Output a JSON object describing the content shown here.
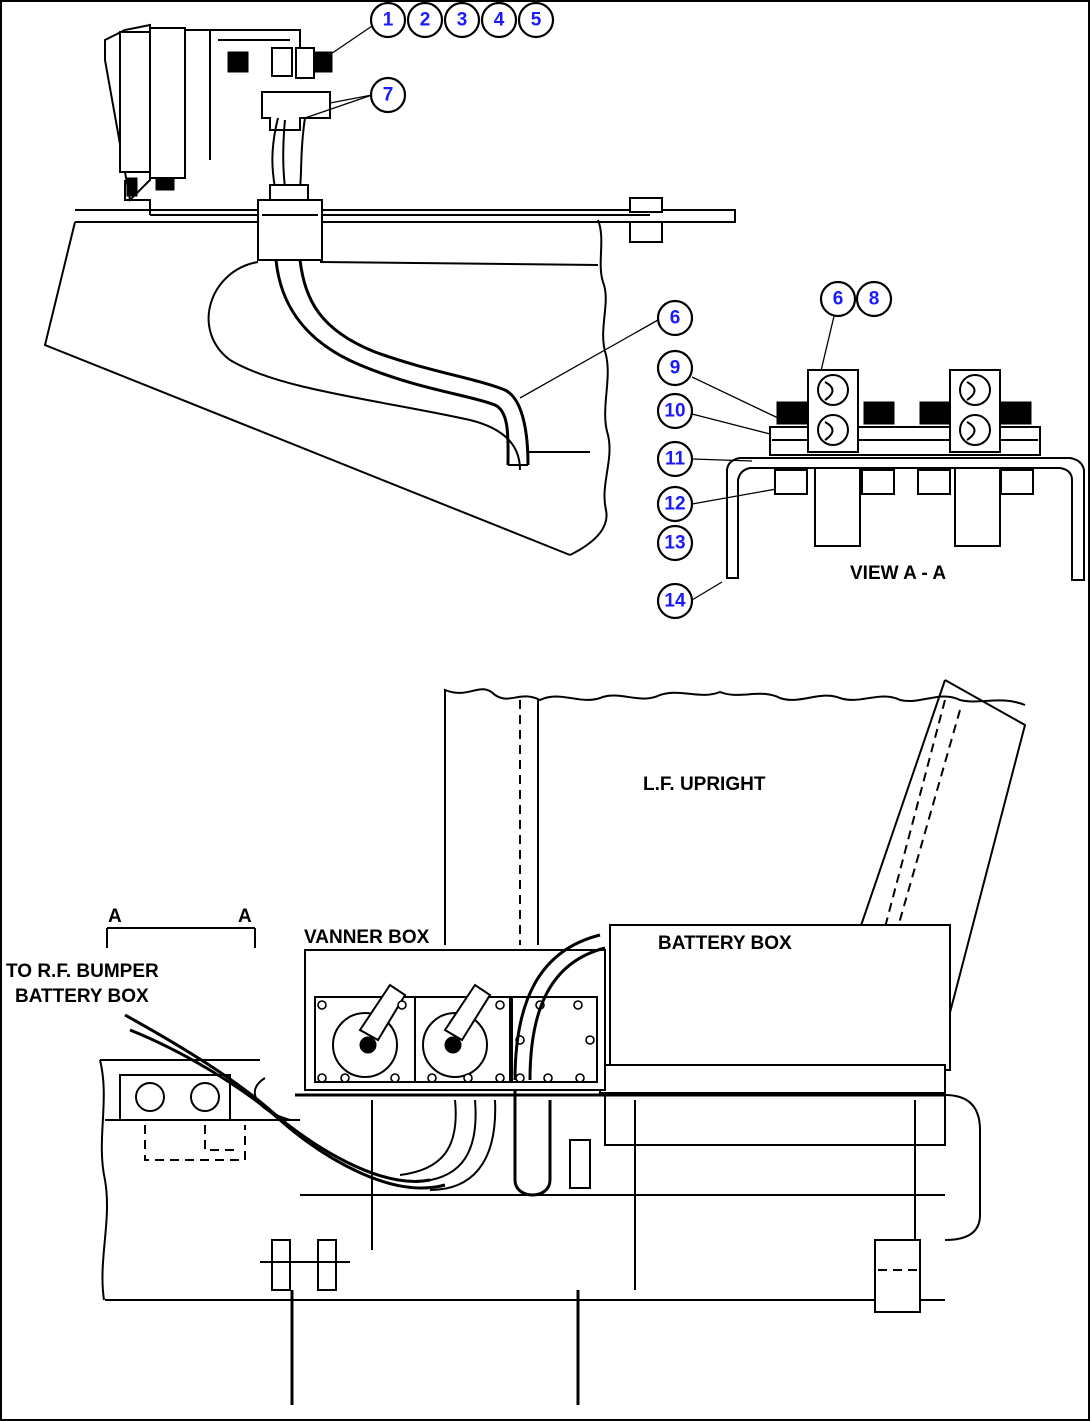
{
  "callouts": [
    {
      "id": "c1",
      "num": "1"
    },
    {
      "id": "c2",
      "num": "2"
    },
    {
      "id": "c3",
      "num": "3"
    },
    {
      "id": "c4",
      "num": "4"
    },
    {
      "id": "c5",
      "num": "5"
    },
    {
      "id": "c7",
      "num": "7"
    },
    {
      "id": "c6a",
      "num": "6"
    },
    {
      "id": "c6b",
      "num": "6"
    },
    {
      "id": "c8",
      "num": "8"
    },
    {
      "id": "c9",
      "num": "9"
    },
    {
      "id": "c10",
      "num": "10"
    },
    {
      "id": "c11",
      "num": "11"
    },
    {
      "id": "c12",
      "num": "12"
    },
    {
      "id": "c13",
      "num": "13"
    },
    {
      "id": "c14",
      "num": "14"
    }
  ],
  "labels": {
    "view_aa": "VIEW A - A",
    "lf_upright": "L.F. UPRIGHT",
    "vanner_box": "VANNER BOX",
    "battery_box": "BATTERY BOX",
    "to_rf_line1": "TO R.F. BUMPER",
    "to_rf_line2": "BATTERY BOX",
    "section_a_left": "A",
    "section_a_right": "A"
  }
}
